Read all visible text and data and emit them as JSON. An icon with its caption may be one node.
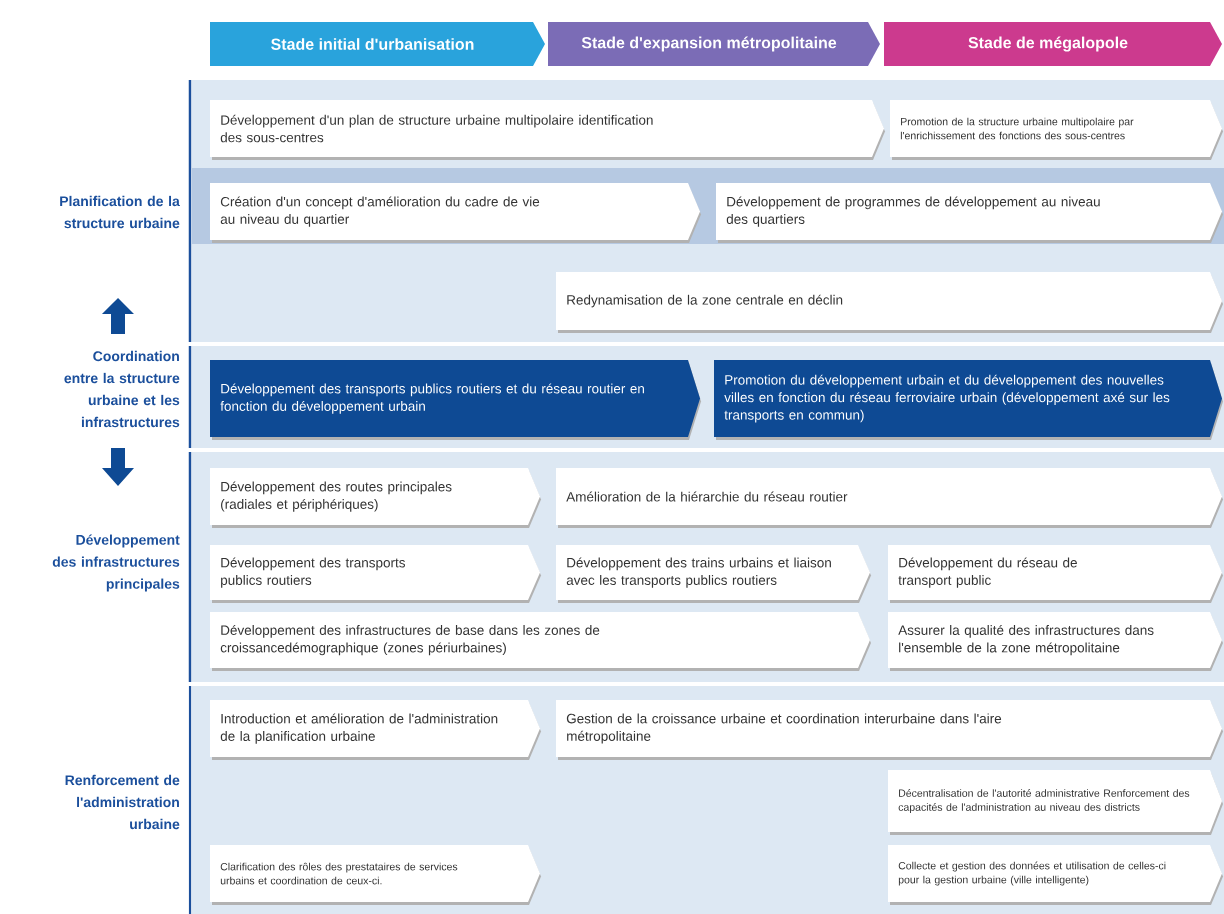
{
  "diagram": {
    "nodes": [
      {
        "text": [
          "Stade initial d'urbanisation"
        ]
      },
      {
        "text": [
          "Stade d'expansion métropolitaine"
        ]
      },
      {
        "text": [
          "Stade de mégalopole"
        ]
      },
      {
        "text": [
          "Développement d'un plan de structure urbaine multipolaire identification des sous-centres"
        ]
      },
      {
        "text": [
          "Promotion de la structure urbaine multipolaire par l'enrichissement des fonctions des sous-centres"
        ]
      },
      {
        "text": [
          "Création d'un concept d'amélioration du cadre de vie au niveau du quartier"
        ]
      },
      {
        "text": [
          "Développement de programmes de développement au niveau des quartiers"
        ]
      },
      {
        "text": [
          "Redynamisation de la zone centrale en déclin"
        ]
      },
      {
        "text": [
          "Développement des transports publics routiers et du réseau routier en fonction du développement urbain"
        ]
      },
      {
        "text": [
          "Promotion du développement urbain et du développement des nouvelles villes en fonction du réseau ferroviaire urbain (développement axé sur les transports en commun)"
        ]
      },
      {
        "text": [
          "Développement des routes principales (radiales et périphériques)"
        ]
      },
      {
        "text": [
          "Amélioration de la hiérarchie du réseau routier"
        ]
      },
      {
        "text": [
          "Développement des transports publics routiers"
        ]
      },
      {
        "text": [
          "Développement des trains urbains et liaison avec les transports publics routiers"
        ]
      },
      {
        "text": [
          "Développement du réseau de transport public"
        ]
      },
      {
        "text": [
          "Développement des infrastructures de base dans les zones de croissancedémographique (zones périurbaines)"
        ]
      },
      {
        "text": [
          "Assurer la qualité des infrastructures dans l'ensemble de la zone métropolitaine"
        ]
      },
      {
        "text": [
          "Introduction et amélioration de l'administration de la planification urbaine"
        ]
      },
      {
        "text": [
          "Gestion de la croissance urbaine et coordination interurbaine dans l'aire métropolitaine"
        ]
      },
      {
        "text": [
          "Décentralisation de l'autorité administrative Renforcement des capacités de l'administration au niveau des districts"
        ]
      },
      {
        "text": [
          "Clarification des rôles des prestataires de services urbains et coordination de ceux-ci."
        ]
      },
      {
        "text": [
          "Collecte et gestion des données et utilisation de celles-ci pour la gestion urbaine (ville intelligente)"
        ]
      }
    ],
    "labels": [
      "Planification de la structure urbaine",
      "Coordination entre la structure urbaine et les infrastructures",
      "Développement des infrastructures principales",
      "Renforcement de l'administration urbaine"
    ]
  }
}
